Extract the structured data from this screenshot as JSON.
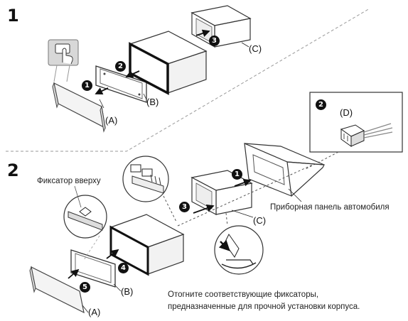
{
  "steps": [
    {
      "number": "1"
    },
    {
      "number": "2"
    }
  ],
  "step1": {
    "badges": [
      "1",
      "2",
      "3"
    ],
    "labels": {
      "a": "(A)",
      "b": "(B)",
      "c": "(C)"
    }
  },
  "step2": {
    "badges": [
      "1",
      "2",
      "3",
      "4",
      "5"
    ],
    "labels": {
      "a": "(A)",
      "b": "(B)",
      "c": "(C)",
      "d": "(D)"
    },
    "captions": {
      "latch_top": "Фиксатор вверху",
      "dashboard": "Приборная панель автомобиля",
      "bend_line1": "Отогните соответствующие фиксаторы,",
      "bend_line2": "предназначенные для прочной установки корпуса."
    }
  },
  "icons": [
    "touch-hand-icon",
    "connector-plug-icon",
    "press-finger-icon"
  ]
}
